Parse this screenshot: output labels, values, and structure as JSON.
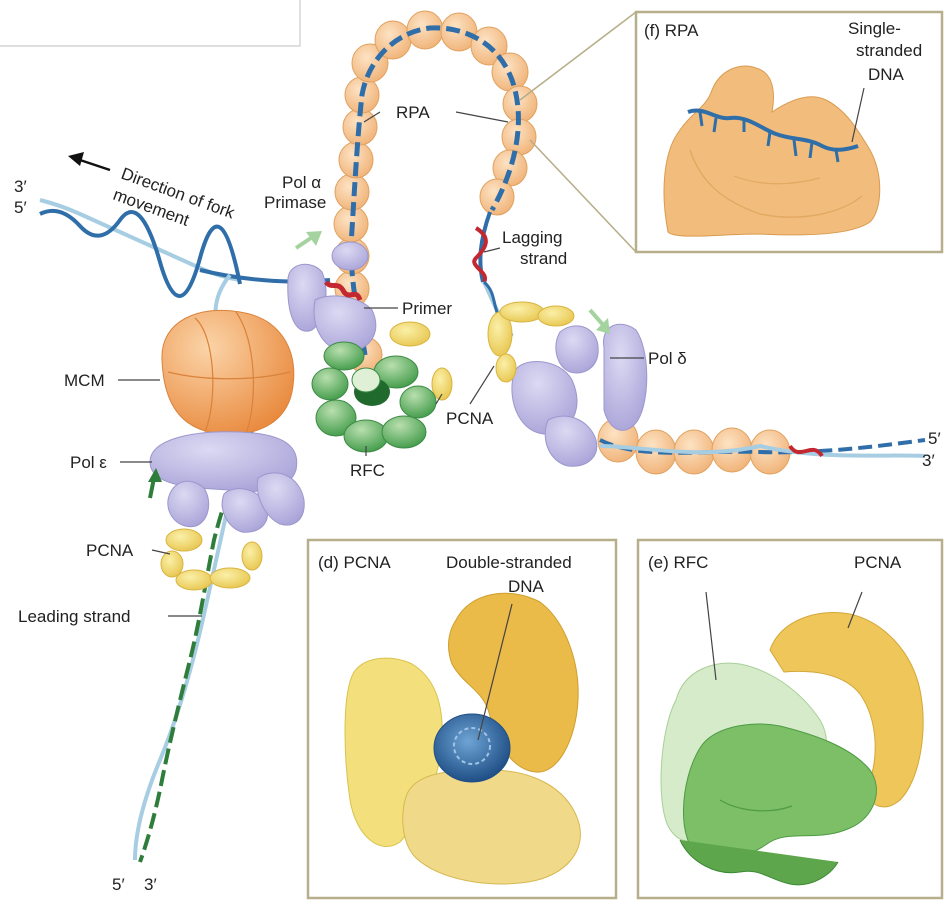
{
  "labels": {
    "dir1": "Direction of fork",
    "dir2": "movement",
    "top_left_3": "3′",
    "top_left_5": "5′",
    "pola1": "Pol α",
    "pola2": "Primase",
    "rpa": "RPA",
    "lag1": "Lagging",
    "lag2": "strand",
    "primer": "Primer",
    "mcm": "MCM",
    "pold": "Pol δ",
    "pcna_mid": "PCNA",
    "pole": "Pol ε",
    "rfc": "RFC",
    "right_5": "5′",
    "right_3": "3′",
    "pcna_left": "PCNA",
    "leading": "Leading strand",
    "bottom_5": "5′",
    "bottom_3": "3′"
  },
  "panels": {
    "f": {
      "title": "(f) RPA",
      "label1": "Single-",
      "label2": "stranded",
      "label3": "DNA"
    },
    "d": {
      "title": "(d) PCNA",
      "label1": "Double-stranded",
      "label2": "DNA"
    },
    "e": {
      "title": "(e) RFC",
      "label1": "PCNA"
    }
  },
  "colors": {
    "rpa_fill": "#f6c99a",
    "rpa_stroke": "#e0a260",
    "dna_blue": "#2f6ea8",
    "dna_light": "#a7cde3",
    "dna_red": "#c3272f",
    "dna_green": "#2e7d3a",
    "pol_purple": "#c3c0e6",
    "pol_purple_dark": "#a8a3d6",
    "mcm_orange": "#f2a65e",
    "mcm_light": "#f8c99a",
    "pcna_yellow": "#f6e27a",
    "rfc_green": "#6fb86a",
    "rfc_light": "#c9e6bf",
    "panel_border": "#b7ae8a"
  }
}
